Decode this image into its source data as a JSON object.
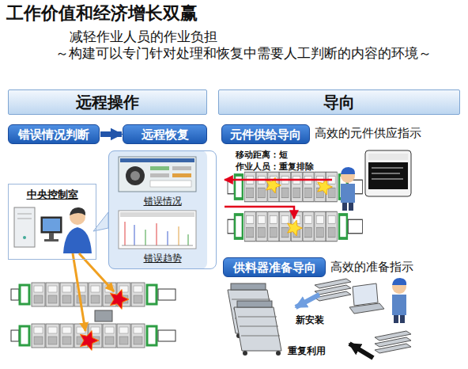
{
  "diagram": {
    "title": "工作价值和经济增长双赢",
    "nodes": [
      {
        "text": [
          "远程操作"
        ]
      },
      {
        "text": [
          "错误情况判断"
        ]
      },
      {
        "text": [
          "远程恢复"
        ]
      },
      {
        "text": [
          "中央控制室"
        ]
      },
      {
        "text": [
          "错误情况",
          "错误趋势"
        ]
      },
      {
        "text": [
          "导向"
        ]
      },
      {
        "text": [
          "元件供给导向"
        ]
      },
      {
        "text": [
          "供料器准备导向"
        ]
      }
    ],
    "edges": [
      {
        "from": 1,
        "to": 2,
        "arrow": "to"
      }
    ],
    "labels": [
      "减轻作业人员的作业负担",
      "～构建可以专门针对处理和恢复中需要人工判断的内容的环境～",
      "高效的元件供应指示",
      "移动距离：短",
      "作业人员：重复排除",
      "高效的准备指示",
      "新安装",
      "重复利用"
    ]
  }
}
